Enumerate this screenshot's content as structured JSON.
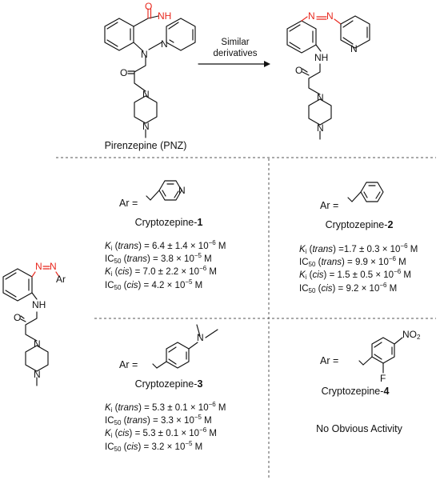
{
  "header": {
    "starting_name": "Pirenzepine (PNZ)",
    "arrow_label": [
      "Similar",
      "derivatives"
    ]
  },
  "atoms": {
    "O": "O",
    "NH": "NH",
    "N": "N",
    "F": "F",
    "NO2": "NO",
    "NO2_sub": "2",
    "Ar": "Ar"
  },
  "ar_prefix": "Ar =",
  "compounds": [
    {
      "name": "Cryptozepine-",
      "number": "1",
      "activity": "",
      "rows": [
        {
          "sym": "K",
          "sub": "i",
          "cond": "trans",
          "sep": " = ",
          "value": "6.4 ± 1.4 × 10",
          "exp": "−6",
          "unit": " M"
        },
        {
          "sym": "IC",
          "sub": "50",
          "cond": "trans",
          "sep": " = ",
          "value": "3.8 × 10",
          "exp": "−5",
          "unit": " M"
        },
        {
          "sym": "K",
          "sub": "i",
          "cond": "cis",
          "sep": " = ",
          "value": "7.0 ± 2.2 × 10",
          "exp": "−6",
          "unit": " M"
        },
        {
          "sym": "IC",
          "sub": "50",
          "cond": "cis",
          "sep": " = ",
          "value": "4.2 × 10",
          "exp": "−5",
          "unit": " M"
        }
      ]
    },
    {
      "name": "Cryptozepine-",
      "number": "2",
      "activity": "",
      "rows": [
        {
          "sym": "K",
          "sub": "i",
          "cond": "trans",
          "sep": " =",
          "value": "1.7 ± 0.3 × 10",
          "exp": "−6",
          "unit": " M"
        },
        {
          "sym": "IC",
          "sub": "50",
          "cond": "trans",
          "sep": " = ",
          "value": "9.9 × 10",
          "exp": "−6",
          "unit": " M"
        },
        {
          "sym": "K",
          "sub": "i",
          "cond": "cis",
          "sep": " = ",
          "value": "1.5 ± 0.5 × 10",
          "exp": "−6",
          "unit": " M"
        },
        {
          "sym": "IC",
          "sub": "50",
          "cond": "cis",
          "sep": " = ",
          "value": "9.2 × 10",
          "exp": "−6",
          "unit": " M"
        }
      ]
    },
    {
      "name": "Cryptozepine-",
      "number": "3",
      "activity": "",
      "rows": [
        {
          "sym": "K",
          "sub": "i",
          "cond": "trans",
          "sep": " = ",
          "value": "5.3 ± 0.1 × 10",
          "exp": "−6",
          "unit": " M"
        },
        {
          "sym": "IC",
          "sub": "50",
          "cond": "trans",
          "sep": " = ",
          "value": "3.3 × 10",
          "exp": "−5",
          "unit": " M"
        },
        {
          "sym": "K",
          "sub": "i",
          "cond": "cis",
          "sep": " = ",
          "value": "5.3 ± 0.1 × 10",
          "exp": "−6",
          "unit": " M"
        },
        {
          "sym": "IC",
          "sub": "50",
          "cond": "cis",
          "sep": " = ",
          "value": "3.2 × 10",
          "exp": "−5",
          "unit": " M"
        }
      ]
    },
    {
      "name": "Cryptozepine-",
      "number": "4",
      "activity": "No Obvious Activity",
      "rows": []
    }
  ],
  "colors": {
    "ink": "#111111",
    "highlight": "#e8281e",
    "divider": "#555555"
  }
}
